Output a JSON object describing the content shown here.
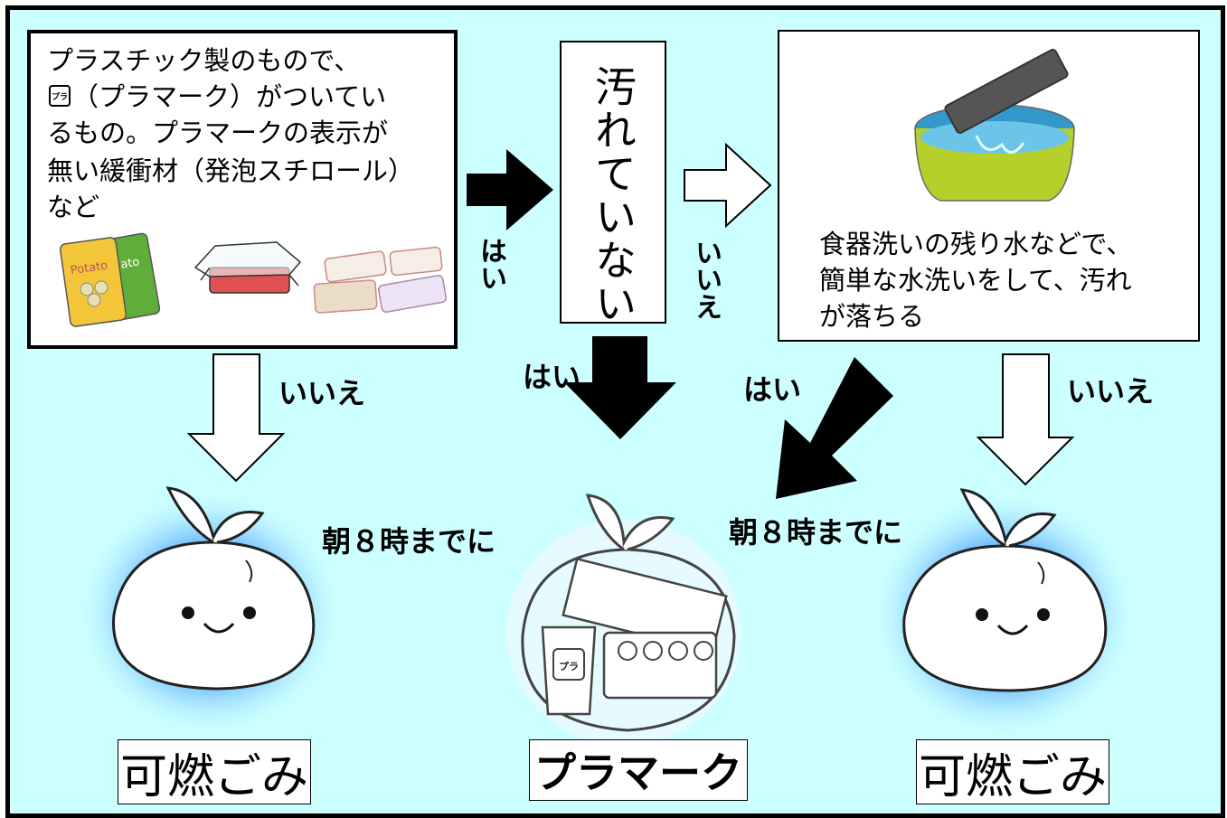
{
  "left_box": {
    "line1": "プラスチック製のもので、",
    "mark_icon_text": "プラ",
    "line2_rest": "（プラマーク）がついてい",
    "line3": "るもの。プラマークの表示が",
    "line4": "無い緩衝材（発泡スチロール）",
    "line5": "など",
    "chips_text_a": "Potato",
    "chips_text_b": "ato"
  },
  "center_box": {
    "question": "汚れていない"
  },
  "right_box": {
    "line1": "食器洗いの残り水などで、",
    "line2": "簡単な水洗いをして、汚れ",
    "line3": "が落ちる"
  },
  "arrow_labels": {
    "yes_left_to_center": "はい",
    "no_center_to_right": "いいえ",
    "no_left_down": "いいえ",
    "yes_center_down": "はい",
    "yes_right_diag": "はい",
    "no_right_down": "いいえ"
  },
  "time_notes": {
    "left": "朝８時までに",
    "right": "朝８時までに"
  },
  "outcomes": {
    "left": "可燃ごみ",
    "center": "プラマーク",
    "right": "可燃ごみ",
    "cup_mark_text": "プラ"
  },
  "colors": {
    "background": "#ccffff",
    "glow": "#66b3ff",
    "box_border": "#000000"
  }
}
